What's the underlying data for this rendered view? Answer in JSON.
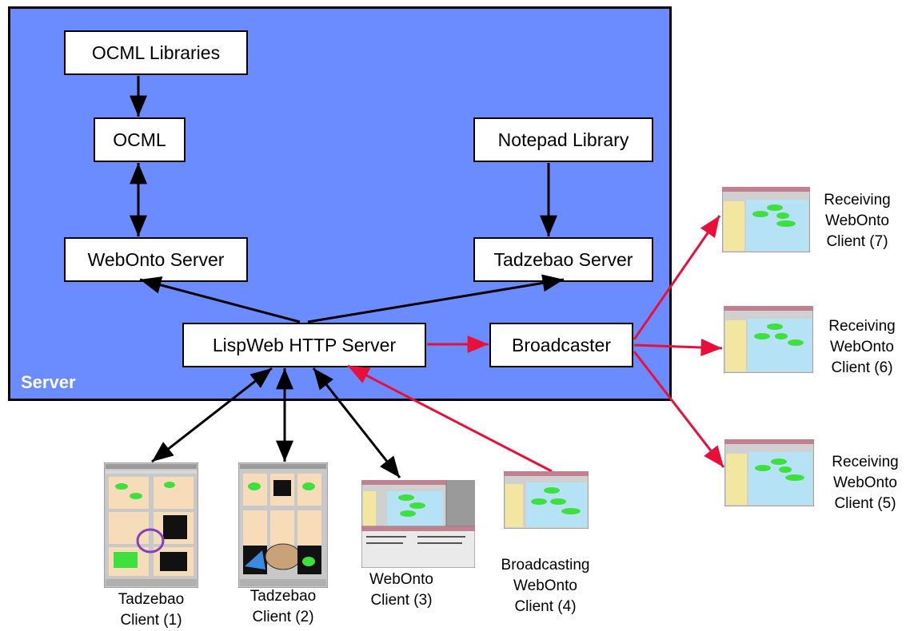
{
  "server": {
    "label": "Server"
  },
  "nodes": {
    "ocml_libraries": "OCML Libraries",
    "ocml": "OCML",
    "webonto_server": "WebOnto Server",
    "notepad_library": "Notepad Library",
    "tadzebao_server": "Tadzebao Server",
    "lispweb_http_server": "LispWeb HTTP Server",
    "broadcaster": "Broadcaster"
  },
  "clients": {
    "tadzebao_1": {
      "line1": "Tadzebao",
      "line2": "Client (1)"
    },
    "tadzebao_2": {
      "line1": "Tadzebao",
      "line2": "Client (2)"
    },
    "webonto_3": {
      "line1": "WebOnto",
      "line2": "Client (3)"
    },
    "broadcasting_4": {
      "line1": "Broadcasting",
      "line2": "WebOnto",
      "line3": "Client (4)"
    },
    "receiving_5": {
      "line1": "Receiving",
      "line2": "WebOnto",
      "line3": "Client (5)"
    },
    "receiving_6": {
      "line1": "Receiving",
      "line2": "WebOnto",
      "line3": "Client (6)"
    },
    "receiving_7": {
      "line1": "Receiving",
      "line2": "WebOnto",
      "line3": "Client (7)"
    }
  },
  "colors": {
    "server_fill": "#6b8cff",
    "edge_black": "#000000",
    "edge_red": "#e8103a"
  }
}
